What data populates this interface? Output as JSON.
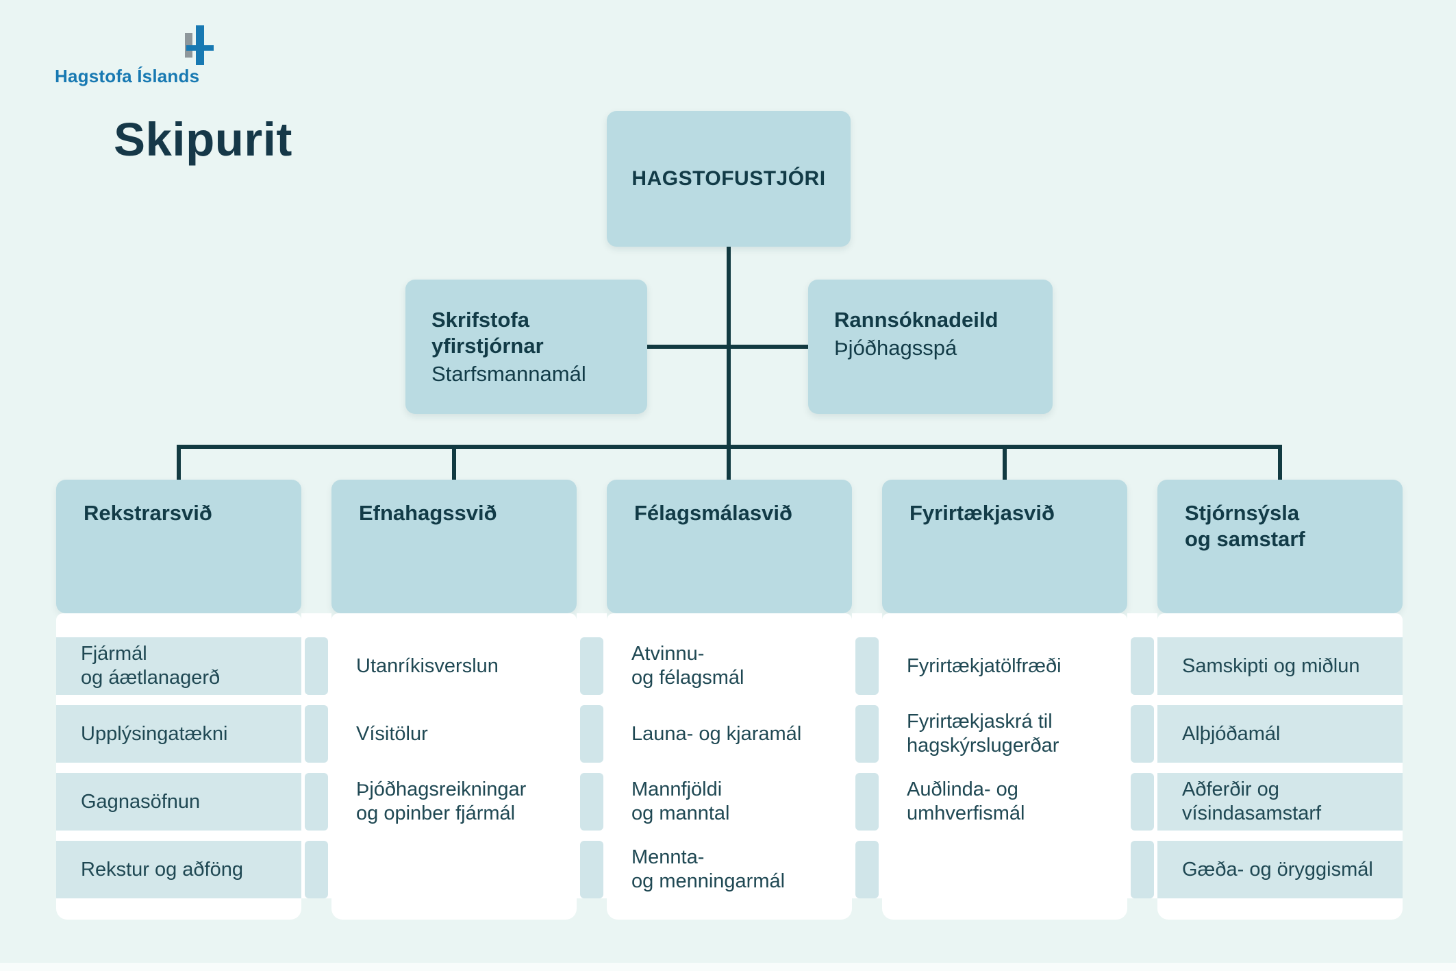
{
  "logo": {
    "text": "Hagstofa Íslands"
  },
  "title": "Skipurit",
  "org": {
    "root": {
      "title": "HAGSTOFUSTJÓRI"
    },
    "staff": [
      {
        "title": "Skrifstofa\nyfirstjórnar",
        "subtitle": "Starfsmannamál"
      },
      {
        "title": "Rannsóknadeild",
        "subtitle": "Þjóðhagsspá"
      }
    ],
    "departments": [
      {
        "title": "Rekstrarsvið",
        "items": [
          "Fjármál\nog áætlanagerð",
          "Upplýsingatækni",
          "Gagnasöfnun",
          "Rekstur og aðföng"
        ]
      },
      {
        "title": "Efnahagssvið",
        "items": [
          "Utanríkisverslun",
          "Vísitölur",
          "Þjóðhagsreikningar\nog opinber fjármál"
        ]
      },
      {
        "title": "Félagsmálasvið",
        "items": [
          "Atvinnu-\nog félagsmál",
          "Launa- og kjaramál",
          "Mannfjöldi\nog manntal",
          "Mennta-\nog menningarmál"
        ]
      },
      {
        "title": "Fyrirtækjasvið",
        "items": [
          "Fyrirtækjatölfræði",
          "Fyrirtækjaskrá til\nhagskýrslugerðar",
          "Auðlinda- og\numhverfismál"
        ]
      },
      {
        "title": "Stjórnsýsla\nog samstarf",
        "items": [
          "Samskipti og miðlun",
          "Alþjóðamál",
          "Aðferðir og\nvísindasamstarf",
          "Gæða- og öryggismál"
        ]
      }
    ]
  },
  "colors": {
    "page_background": "#eaf5f3",
    "box_blue": "#badbe2",
    "stripe_blue": "#d3e7ea",
    "connector_line": "#123a41",
    "heading_text": "#123b47",
    "item_text": "#1f4853",
    "logo_blue": "#1879b2",
    "logo_gray": "#8e979b"
  }
}
